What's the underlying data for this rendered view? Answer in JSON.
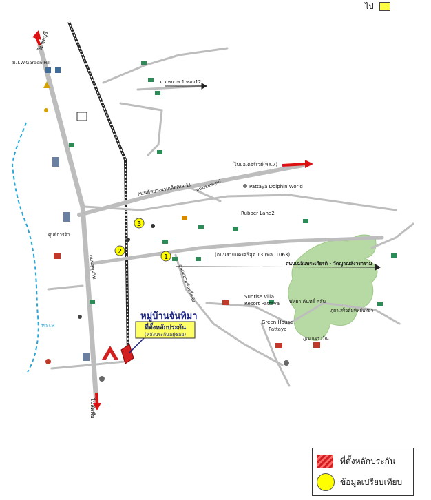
{
  "top_legend": {
    "label": "ไป"
  },
  "legend": {
    "items": [
      {
        "label": "ที่ตั้งหลักประกัน",
        "swatch": "red-hatched"
      },
      {
        "label": "ข้อมูลเปรียบเทียบ",
        "swatch": "yellow-circle"
      }
    ]
  },
  "markers": [
    {
      "number": "1"
    },
    {
      "number": "2"
    },
    {
      "number": "3"
    }
  ],
  "property": {
    "village_name": "หมู่บ้านจันทิมา",
    "collateral_line1": "ที่ตั้งหลักประกัน",
    "collateral_line2": "(หลังประกันอยู่ซอย)"
  },
  "roads": {
    "pattaya_nua": "ถนนพัทยา-นาเกลือ(หล.1)",
    "bypass": "ไปมอเตอร์เวย์(หล.7)",
    "sukhumvit": "ถนนสุขุมวิท",
    "highway_1063": "(ถนนสายนครศรีสุด 13 (ทล. 1063)",
    "chaiyapruek": "ถนนชัยพฤกษ์",
    "siam_country": "ถนนสยามคันทรี่คลับ",
    "chaloem": "ถนนเฉลิมพระเกียรติ - วัดญาณสังวราราม",
    "soi12": "ม.มหนาท 1 ซอย12"
  },
  "places": {
    "to_north": "ไปชลบุรี",
    "to_south": "ไปสัตหีบ",
    "sea": "ทะเล",
    "dolphin": "Pattaya Dolphin World",
    "rubber": "Rubber Land2",
    "sunrise": "Sunrise Villa",
    "resort": "Resort Pattaya",
    "green_house": "Green House",
    "green_house2": "Pattaya",
    "garden_hill": "ม.T.W.Garden Hill",
    "mountain": "ภูเขาเอราวัณ",
    "big_lake": "ศูนย์การค้า",
    "golf": "พัทยา คันทรี่ คลับ",
    "buddha": "ภูผาเสร็จตุ้มทิพย์พัทยา"
  }
}
